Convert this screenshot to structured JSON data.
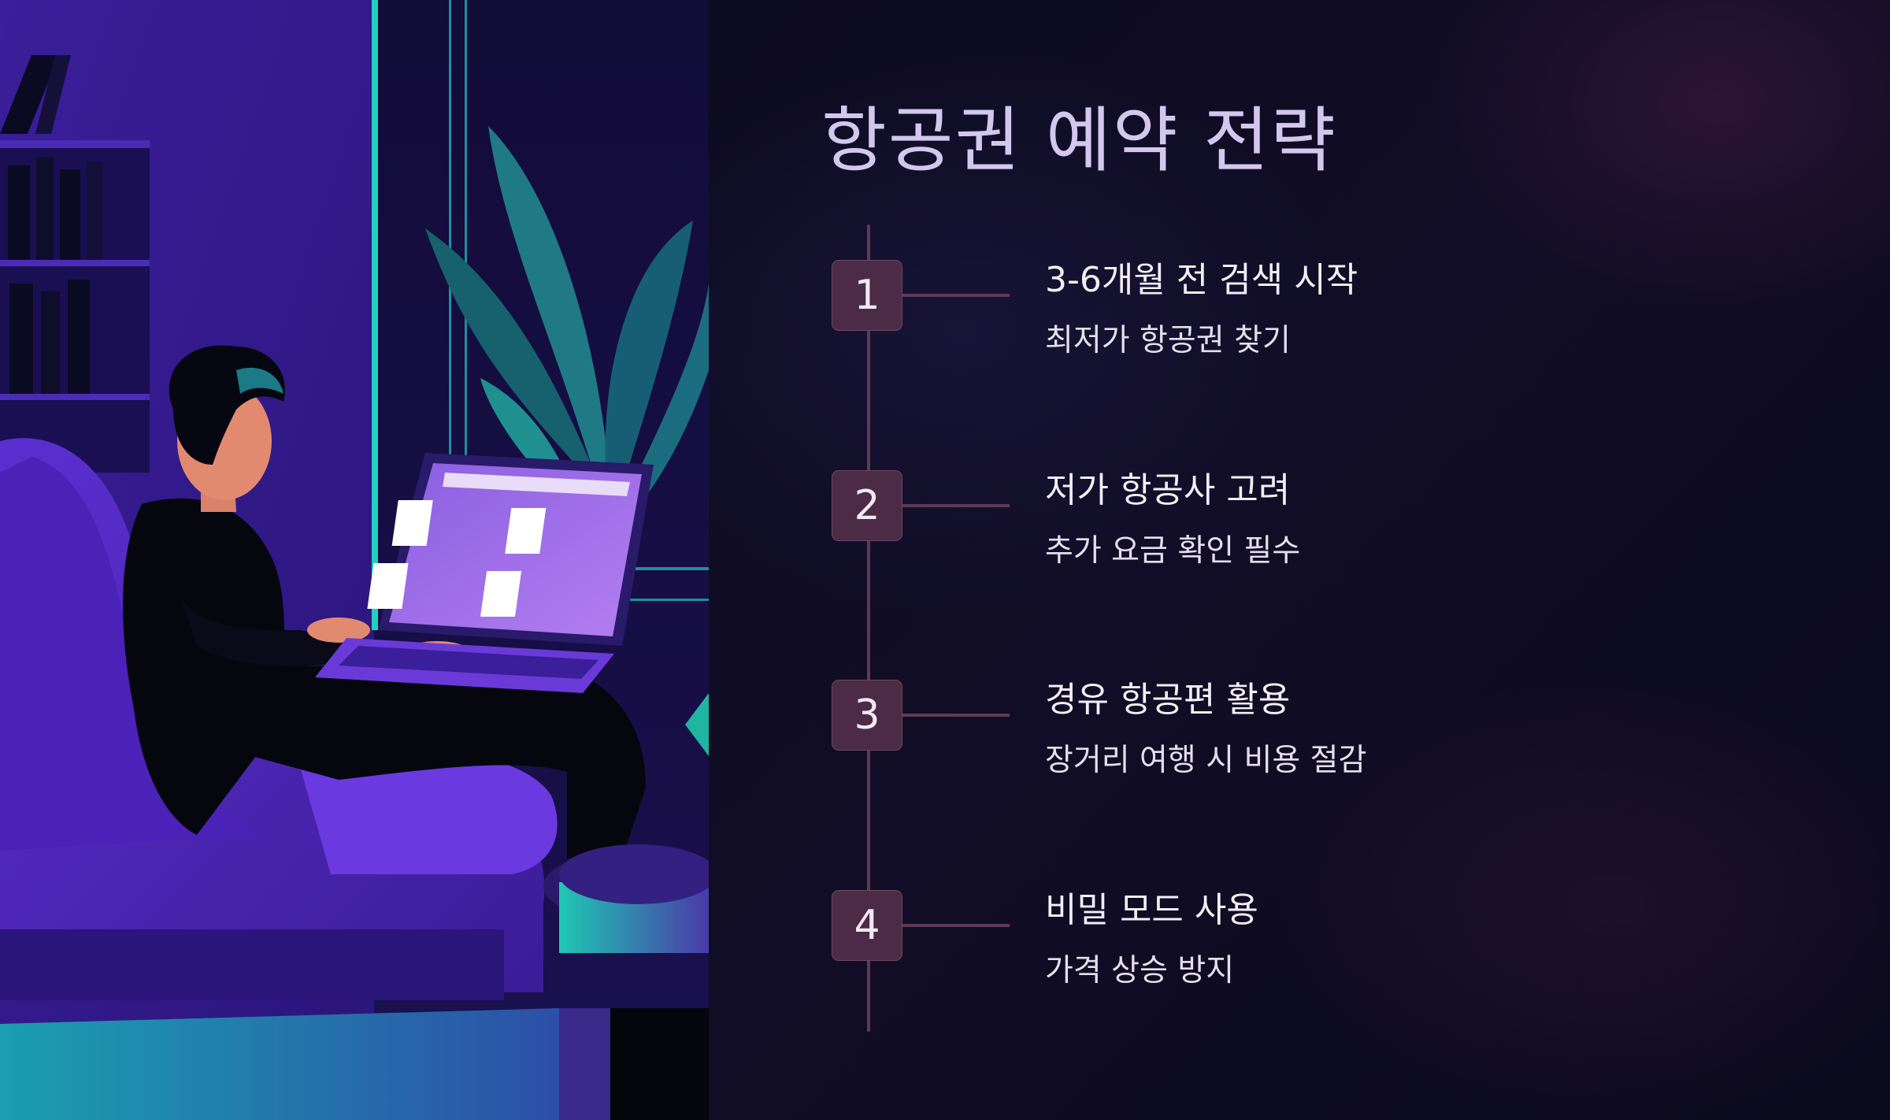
{
  "slide": {
    "title": "항공권 예약 전략",
    "steps": [
      {
        "number": "1",
        "title": "3-6개월 전 검색 시작",
        "description": "최저가 항공권 찾기"
      },
      {
        "number": "2",
        "title": "저가 항공사 고려",
        "description": "추가 요금 확인 필수"
      },
      {
        "number": "3",
        "title": "경유 항공편 활용",
        "description": "장거리 여행 시 비용 절감"
      },
      {
        "number": "4",
        "title": "비밀 모드 사용",
        "description": "가격 상승 방지"
      }
    ]
  },
  "colors": {
    "title": "#d2c8ee",
    "badge": "#4b2b45",
    "timeline": "#5e3a55",
    "illustration_purple": "#3b1f9a",
    "illustration_teal": "#1fb5b0"
  }
}
